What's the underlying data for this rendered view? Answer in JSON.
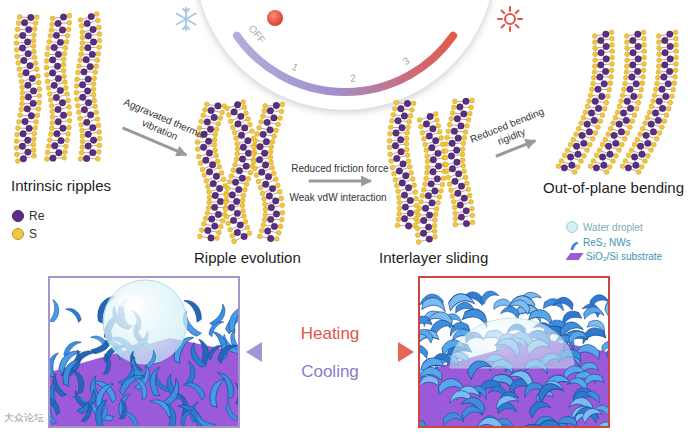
{
  "diagram": {
    "nodes": [
      {
        "text": [
          "Intrinsic ripples"
        ]
      },
      {
        "text": [
          "Ripple evolution"
        ]
      },
      {
        "text": [
          "Interlayer sliding"
        ]
      },
      {
        "text": [
          "Out-of-plane bending"
        ]
      }
    ],
    "edges": [
      {
        "from": 0,
        "to": 1,
        "arrow": "to",
        "label": "Aggravated thermal vibration"
      },
      {
        "from": 1,
        "to": 2,
        "arrow": "to",
        "label": "Reduced friction force"
      },
      {
        "from": 2,
        "to": 3,
        "arrow": "to",
        "label": "Reduced bending rigidity"
      }
    ],
    "labels": [
      "OFF",
      "1",
      "2",
      "3",
      "Weak vdW interaction",
      "Heating",
      "Cooling",
      "大众论坛"
    ],
    "legend": [
      {
        "text": "Re",
        "color": "#5b2d86"
      },
      {
        "text": "S",
        "color": "#f3c63f"
      },
      {
        "text": "Water droplet",
        "color": "#d6f1f6"
      },
      {
        "text": "ReS₂ NWs"
      },
      {
        "text": "SiO₂/Si substrate",
        "color": "#9a5ad9"
      }
    ]
  }
}
